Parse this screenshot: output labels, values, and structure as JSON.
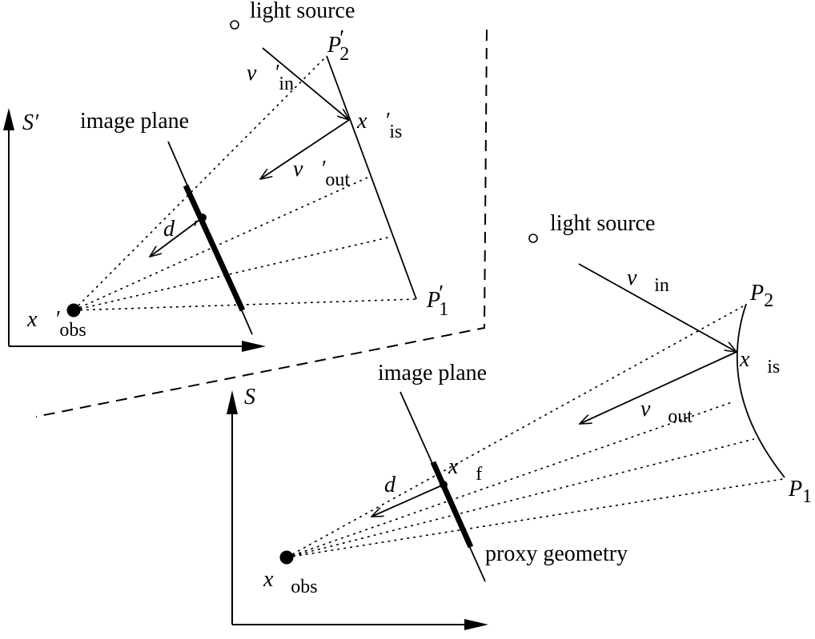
{
  "scene_prime": {
    "light_source": "light source",
    "image_plane": "image plane",
    "axis_label": "S′",
    "p2_main": "P",
    "p2_sub": "2",
    "p2_prime": "′",
    "p1_main": "P",
    "p1_sub": "1",
    "p1_prime": "′",
    "v_in_main": "v⃗′",
    "v_in_sub": "in",
    "v_out_main": "v⃗′",
    "v_out_sub": "out",
    "x_is_main": "x⃗′",
    "x_is_sub": "is",
    "d_label": "d⃗′",
    "x_obs_main": "x⃗′",
    "x_obs_sub": "obs"
  },
  "scene": {
    "light_source": "light source",
    "image_plane": "image plane",
    "proxy_geometry": "proxy geometry",
    "axis_label": "S",
    "p2_main": "P",
    "p2_sub": "2",
    "p1_main": "P",
    "p1_sub": "1",
    "v_in_main": "v⃗",
    "v_in_sub": "in",
    "v_out_main": "v⃗",
    "v_out_sub": "out",
    "x_is_main": "x⃗",
    "x_is_sub": "is",
    "x_f_main": "x⃗",
    "x_f_sub": "f",
    "d_label": "d⃗",
    "x_obs_main": "x⃗",
    "x_obs_sub": "obs"
  }
}
